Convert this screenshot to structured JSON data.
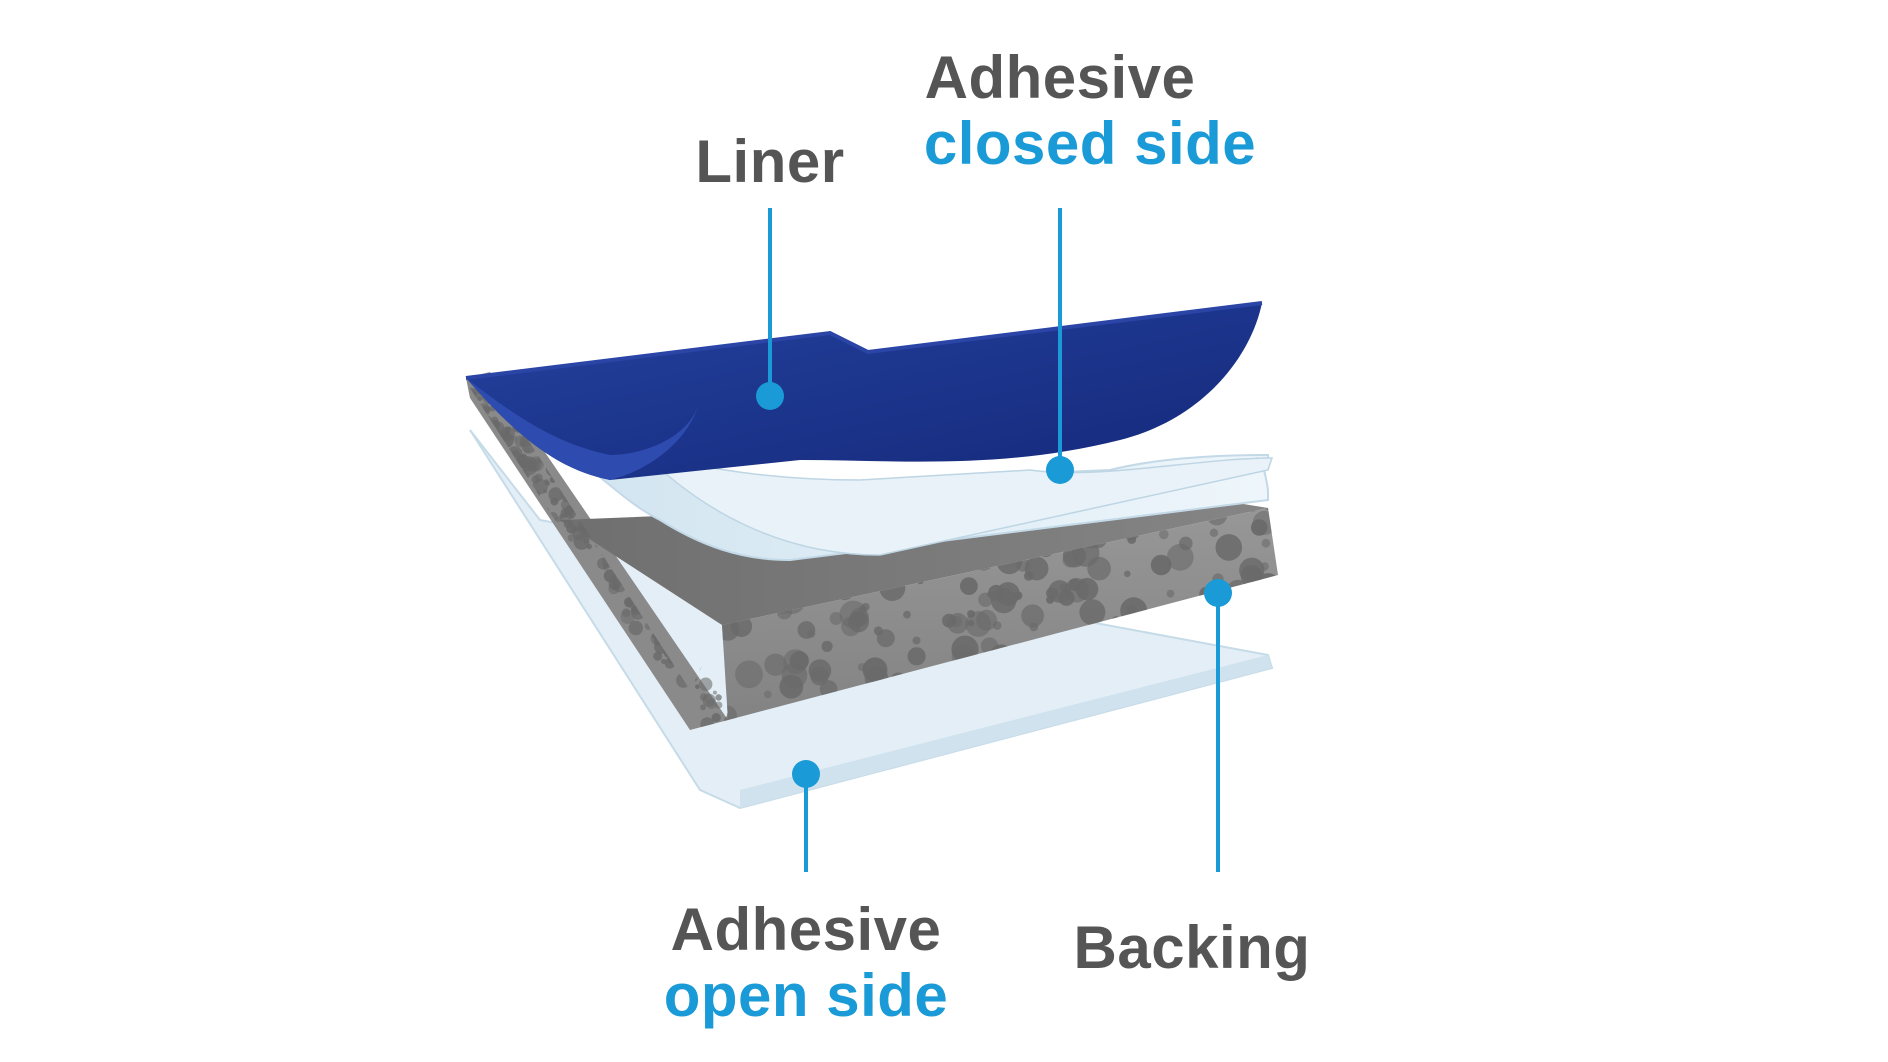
{
  "colors": {
    "label_dark": "#555555",
    "label_accent": "#1a9ad6",
    "callout": "#1a9ad6",
    "liner_face": "#20388f",
    "liner_edge": "#2c47a8",
    "adhesive": "#dcebf4",
    "backing_top": "#7a7a7a",
    "backing_face": "#8d8d8d",
    "pore": "#6a6a6a",
    "background": "#ffffff"
  },
  "labels": {
    "liner": "Liner",
    "adhesive_closed_line1": "Adhesive",
    "adhesive_closed_line2": "closed side",
    "backing": "Backing",
    "adhesive_open_line1": "Adhesive",
    "adhesive_open_line2": "open side"
  }
}
